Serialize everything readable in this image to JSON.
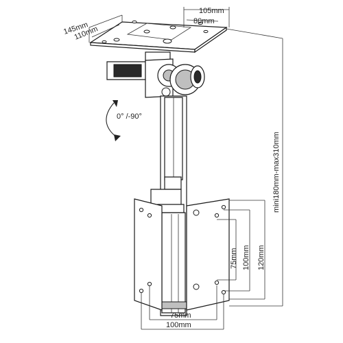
{
  "dimensions": {
    "top_width": "105mm",
    "top_inner_width": "80mm",
    "top_depth": "145mm",
    "top_inner_depth": "110mm",
    "tilt": "0° /-90°",
    "height_range": "mini180mm-max310mm",
    "vesa_h_75": "75mm",
    "vesa_h_100": "100mm",
    "vesa_v_75": "75mm",
    "vesa_v_100": "100mm",
    "vesa_outer": "120mm"
  }
}
